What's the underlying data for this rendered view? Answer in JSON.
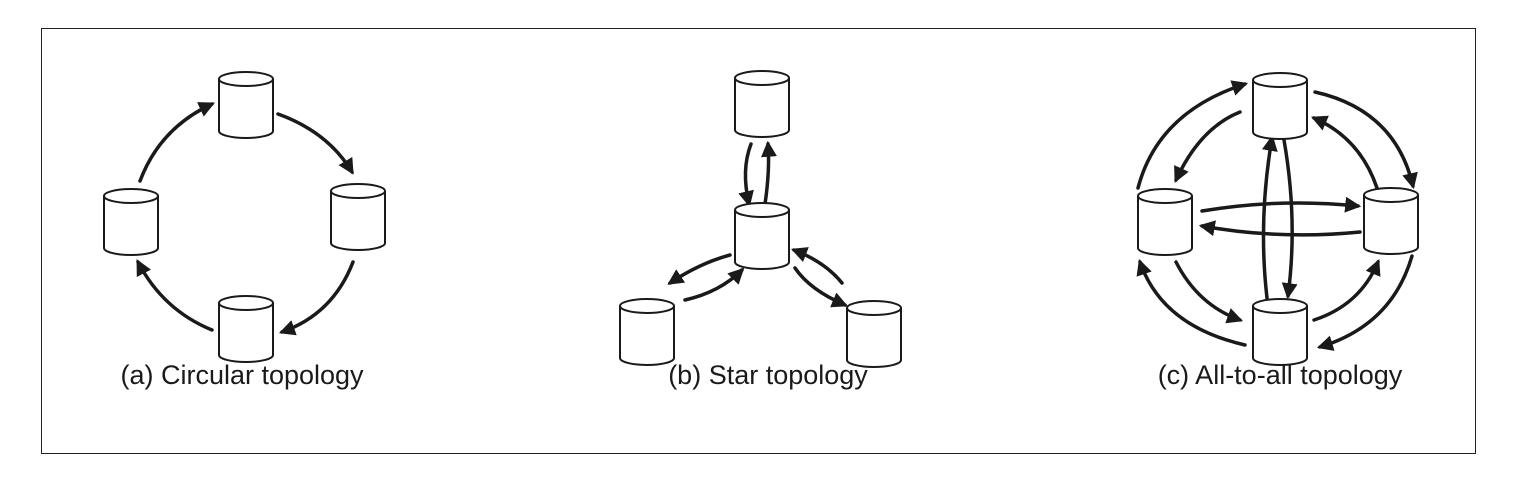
{
  "captions": {
    "circular": "(a) Circular topology",
    "star": "(b) Star topology",
    "all_to_all": "(c) All-to-all topology"
  },
  "colors": {
    "stroke": "#1a1a1a",
    "fill": "#ffffff",
    "frame": "#222222"
  }
}
